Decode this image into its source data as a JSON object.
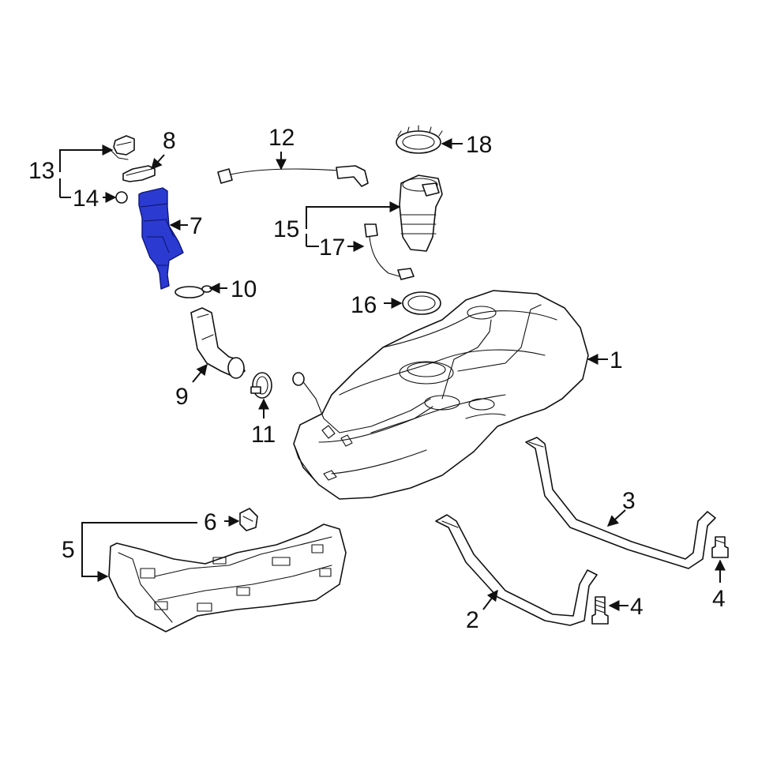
{
  "colors": {
    "background": "#ffffff",
    "line": "#111111",
    "highlight": "#2b3bd1"
  },
  "callouts": [
    "1",
    "2",
    "3",
    "4",
    "4",
    "5",
    "6",
    "7",
    "8",
    "9",
    "10",
    "11",
    "12",
    "13",
    "14",
    "15",
    "16",
    "17",
    "18"
  ],
  "highlighted_part": "7"
}
